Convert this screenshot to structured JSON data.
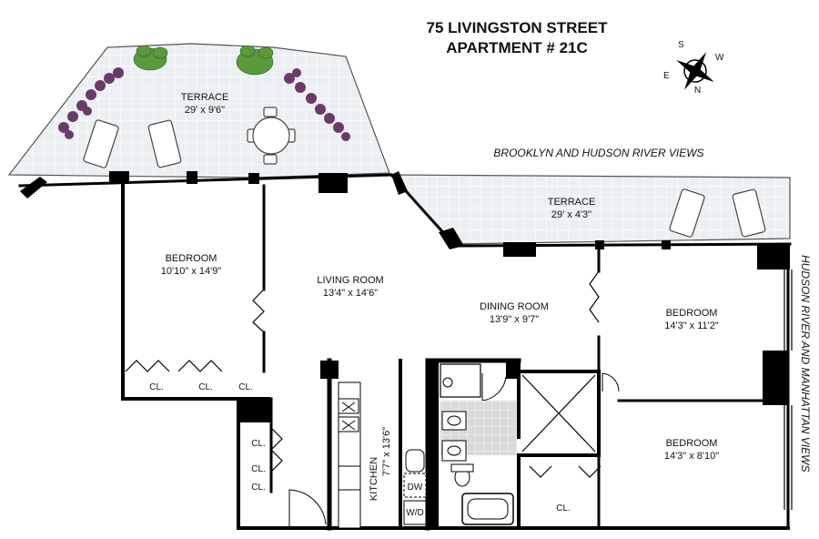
{
  "title": {
    "line1": "75 LIVINGSTON STREET",
    "line2": "APARTMENT # 21C"
  },
  "compass": {
    "n": "N",
    "s": "S",
    "e": "E",
    "w": "W"
  },
  "views": {
    "north": "BROOKLYN AND HUDSON RIVER VIEWS",
    "east": "HUDSON RIVER AND MANHATTAN VIEWS"
  },
  "rooms": {
    "terrace_west": {
      "name": "TERRACE",
      "dims": "29' x 9'6\""
    },
    "terrace_east": {
      "name": "TERRACE",
      "dims": "29' x 4'3\""
    },
    "bedroom_west": {
      "name": "BEDROOM",
      "dims": "10'10\" x 14'9\""
    },
    "living": {
      "name": "LIVING ROOM",
      "dims": "13'4\" x 14'6\""
    },
    "dining": {
      "name": "DINING ROOM",
      "dims": "13'9\" x 9'7\""
    },
    "bedroom_ne": {
      "name": "BEDROOM",
      "dims": "14'3\" x 11'2\""
    },
    "bedroom_se": {
      "name": "BEDROOM",
      "dims": "14'3\" x 8'10\""
    },
    "kitchen": {
      "name": "KITCHEN",
      "dims": "7'7\" x 13'6\""
    }
  },
  "closets": {
    "cl1": "CL.",
    "cl2": "CL.",
    "cl3": "CL.",
    "cl4": "CL.",
    "cl5": "CL.",
    "cl6": "CL.",
    "cl7": "CL."
  },
  "appliances": {
    "dw": "DW",
    "wd": "W/D"
  },
  "colors": {
    "wall": "#000000",
    "terrace_fill": "#e9ecee",
    "bath_fill": "#dcdcdc",
    "plant_green": "#5a9a3a",
    "plant_purple": "#6a3a6a"
  }
}
